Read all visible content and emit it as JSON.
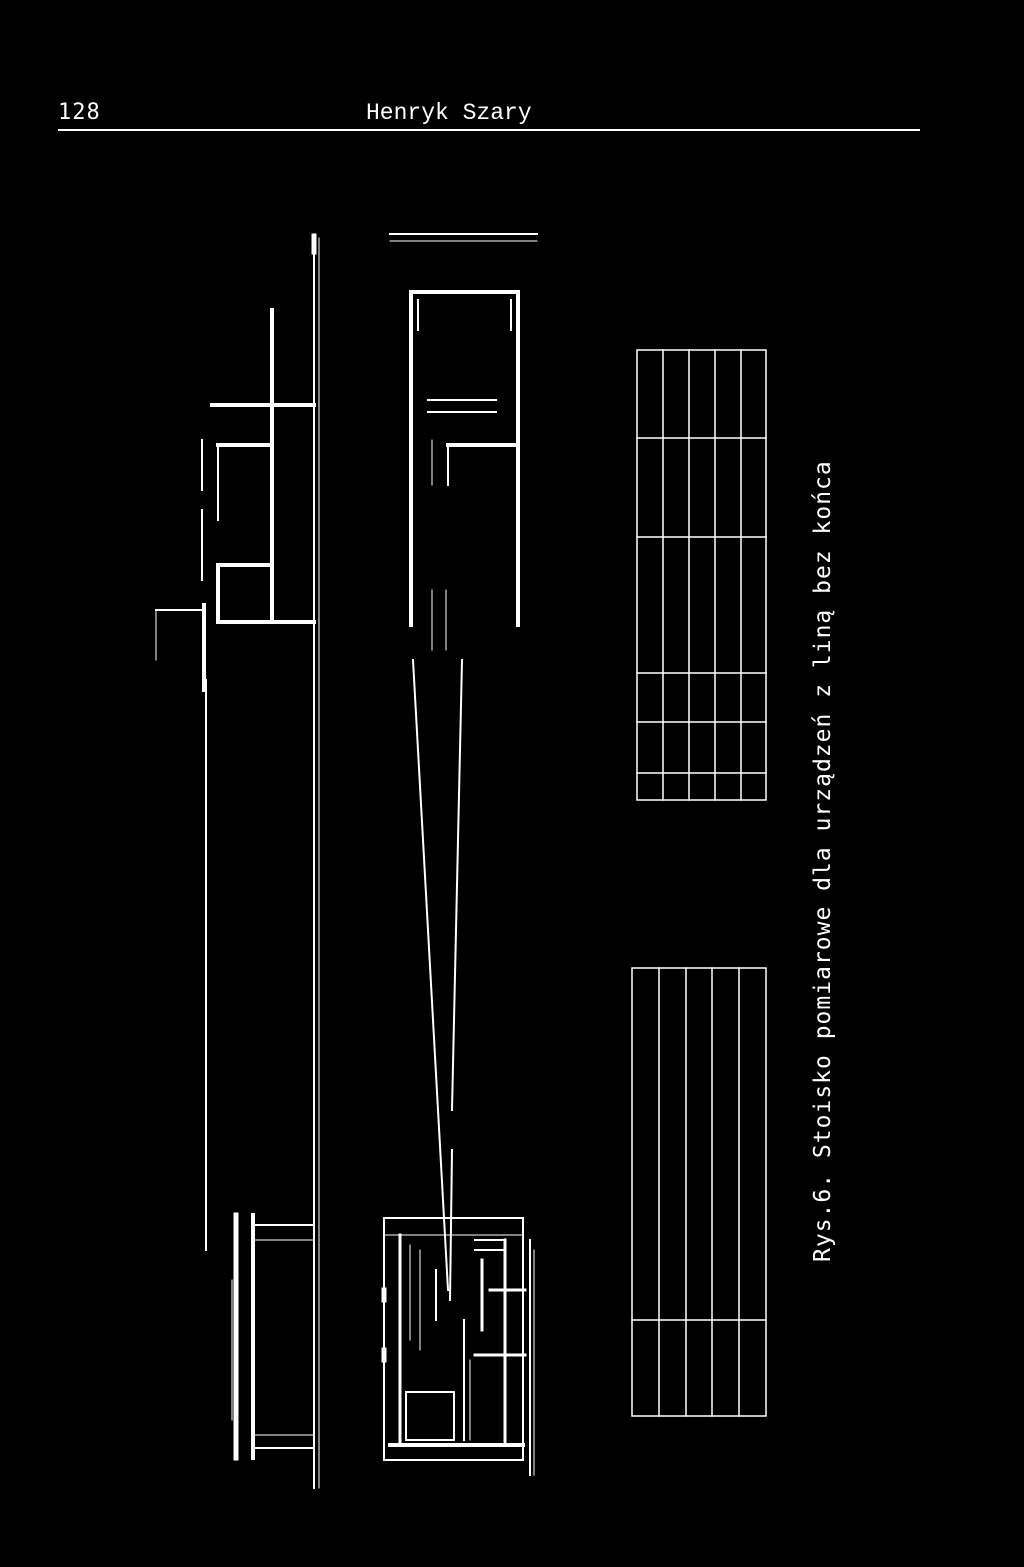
{
  "header": {
    "page_number": "128",
    "author": "Henryk Szary"
  },
  "figure": {
    "caption": "Rys.6. Stoisko pomiarowe dla urządzeń z liną bez końca"
  },
  "colors": {
    "background": "#000000",
    "ink": "#ffffff"
  }
}
